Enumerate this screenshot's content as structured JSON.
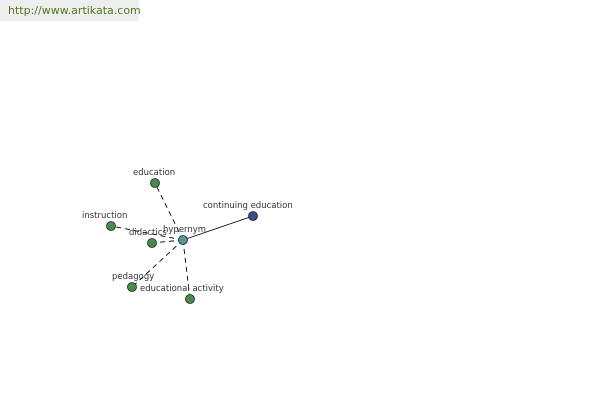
{
  "header": {
    "url": "http://www.artikata.com"
  },
  "graph": {
    "center": "hypernym",
    "edges_dashed": [
      "education",
      "instruction",
      "didactics",
      "pedagogy",
      "educational activity"
    ],
    "edges_solid": [
      "continuing education"
    ],
    "labels": {
      "education": "education",
      "instruction": "instruction",
      "didactics": "didactics",
      "hypernym": "hypernym",
      "continuing_education": "continuing education",
      "pedagogy": "pedagogy",
      "educational_activity": "educational activity"
    },
    "colors": {
      "leaf": "#4c8a4c",
      "center": "#4c9a9a",
      "highlight": "#3a4a8a",
      "edge": "#000000"
    }
  }
}
